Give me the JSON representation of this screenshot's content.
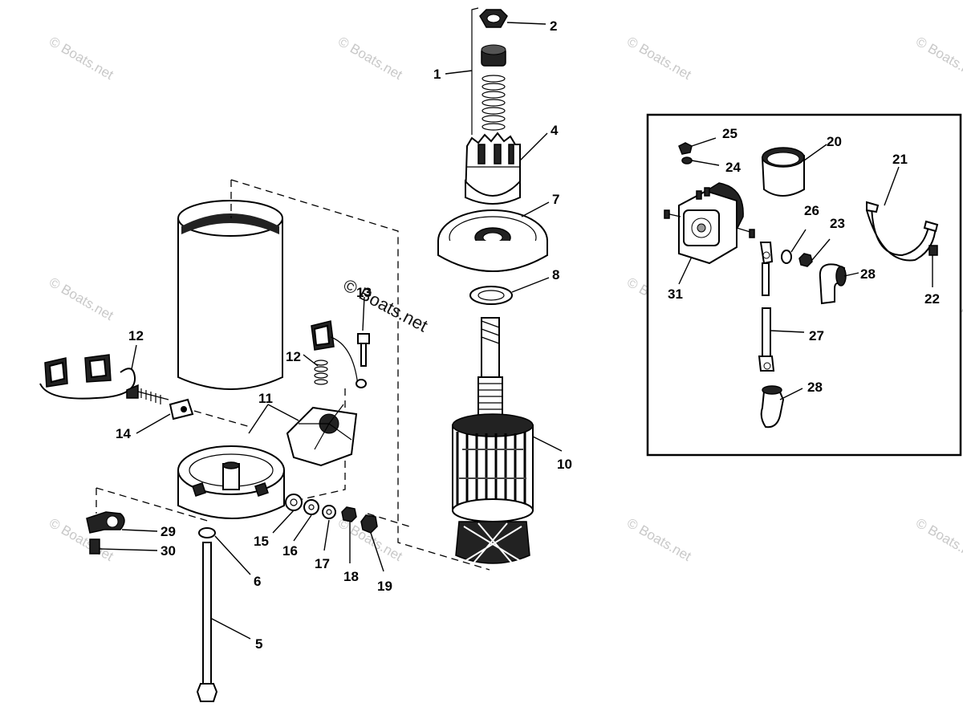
{
  "diagram": {
    "callouts": {
      "c1": "1",
      "c2": "2",
      "c4": "4",
      "c5": "5",
      "c6": "6",
      "c7": "7",
      "c8": "8",
      "c10": "10",
      "c11": "11",
      "c12a": "12",
      "c12b": "12",
      "c13": "13",
      "c14": "14",
      "c15": "15",
      "c16": "16",
      "c17": "17",
      "c18": "18",
      "c19": "19",
      "c20": "20",
      "c21": "21",
      "c22": "22",
      "c23": "23",
      "c24": "24",
      "c25": "25",
      "c26": "26",
      "c27": "27",
      "c28a": "28",
      "c28b": "28",
      "c29": "29",
      "c30": "30",
      "c31": "31"
    },
    "watermark_small": "© Boats.net",
    "watermark_main": "© Boats.net"
  }
}
